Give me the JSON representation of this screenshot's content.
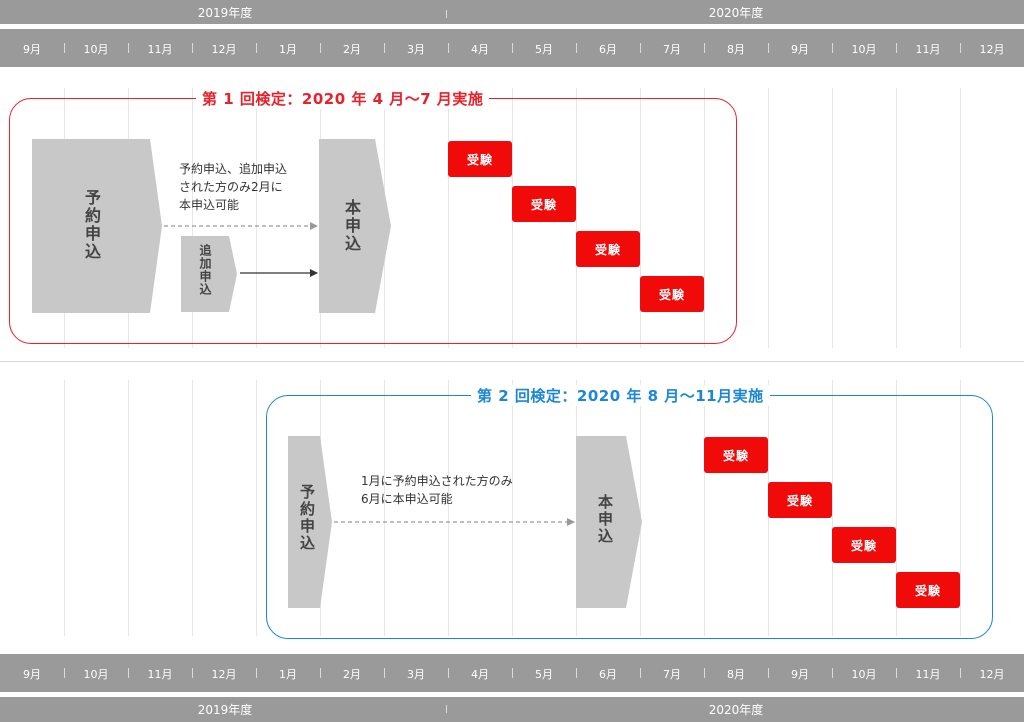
{
  "top_timeline": {
    "years": [
      {
        "label": "2019年度",
        "center": 225
      },
      {
        "label": "2020年度",
        "center": 736
      }
    ],
    "months": [
      "9月",
      "10月",
      "11月",
      "12月",
      "1月",
      "2月",
      "3月",
      "4月",
      "5月",
      "6月",
      "7月",
      "8月",
      "9月",
      "10月",
      "11月",
      "12月"
    ]
  },
  "bottom_timeline": {
    "years": [
      {
        "label": "2019年度",
        "center": 225
      },
      {
        "label": "2020年度",
        "center": 736
      }
    ],
    "months": [
      "9月",
      "10月",
      "11月",
      "12月",
      "1月",
      "2月",
      "3月",
      "4月",
      "5月",
      "6月",
      "7月",
      "8月",
      "9月",
      "10月",
      "11月",
      "12月"
    ]
  },
  "first_exam": {
    "title": "第 1 回検定：2020 年 4 月〜7 月実施",
    "pre_application": "予約申込",
    "additional_application": "追加申込",
    "main_application": "本申込",
    "note_lines": [
      "予約申込、追加申込",
      "された方のみ2月に",
      "本申込可能"
    ],
    "exams": [
      "受験",
      "受験",
      "受験",
      "受験"
    ]
  },
  "second_exam": {
    "title": "第 2 回検定：2020 年 8 月〜11月実施",
    "pre_application": "予約申込",
    "main_application": "本申込",
    "note_lines": [
      "1月に予約申込された方のみ",
      "6月に本申込可能"
    ],
    "exams": [
      "受験",
      "受験",
      "受験",
      "受験"
    ]
  },
  "colors": {
    "header_bar": "#9a9a9a",
    "first_frame": "#e8212b",
    "second_frame": "#1d86d7",
    "exam_box": "#f00a0a",
    "process_shape": "#c8c8c8"
  }
}
